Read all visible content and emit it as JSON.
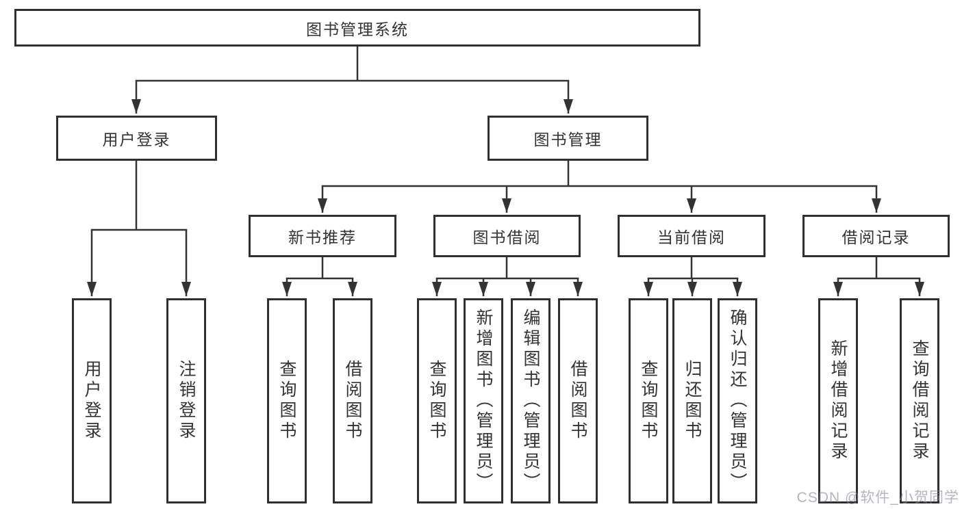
{
  "diagram_type": "hierarchy",
  "root": {
    "label": "图书管理系统",
    "children": [
      {
        "label": "用户登录",
        "children": [
          {
            "label": "用户登录"
          },
          {
            "label": "注销登录"
          }
        ]
      },
      {
        "label": "图书管理",
        "children": [
          {
            "label": "新书推荐",
            "children": [
              {
                "label": "查询图书"
              },
              {
                "label": "借阅图书"
              }
            ]
          },
          {
            "label": "图书借阅",
            "children": [
              {
                "label": "查询图书"
              },
              {
                "label": "新增图书（管理员）"
              },
              {
                "label": "编辑图书（管理员）"
              },
              {
                "label": "借阅图书"
              }
            ]
          },
          {
            "label": "当前借阅",
            "children": [
              {
                "label": "查询图书"
              },
              {
                "label": "归还图书"
              },
              {
                "label": "确认归还（管理员）"
              }
            ]
          },
          {
            "label": "借阅记录",
            "children": [
              {
                "label": "新增借阅记录"
              },
              {
                "label": "查询借阅记录"
              }
            ]
          }
        ]
      }
    ]
  },
  "watermark": "CSDN @软件_小贺同学",
  "colors": {
    "line": "#333333",
    "box_border": "#2f2f2f",
    "text": "#333333",
    "background": "#ffffff",
    "watermark": "#b3b3bb"
  }
}
